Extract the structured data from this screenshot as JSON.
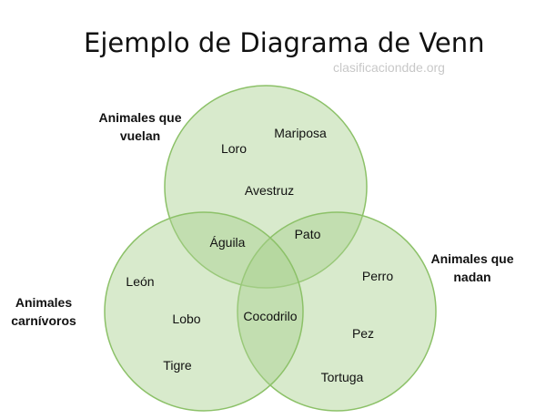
{
  "title": "Ejemplo de Diagrama de Venn",
  "watermark": "clasificaciondde.org",
  "colors": {
    "circle_fill": "#a9d08e",
    "circle_stroke": "#8cc168"
  },
  "sets": {
    "flying": {
      "label_line1": "Animales que",
      "label_line2": "vuelan"
    },
    "swimming": {
      "label_line1": "Animales que",
      "label_line2": "nadan"
    },
    "carnivores": {
      "label_line1": "Animales",
      "label_line2": "carnívoros"
    }
  },
  "items": {
    "mariposa": "Mariposa",
    "loro": "Loro",
    "avestruz": "Avestruz",
    "aguila": "Águila",
    "pato": "Pato",
    "perro": "Perro",
    "pez": "Pez",
    "tortuga": "Tortuga",
    "leon": "León",
    "lobo": "Lobo",
    "tigre": "Tigre",
    "cocodrilo": "Cocodrilo"
  }
}
